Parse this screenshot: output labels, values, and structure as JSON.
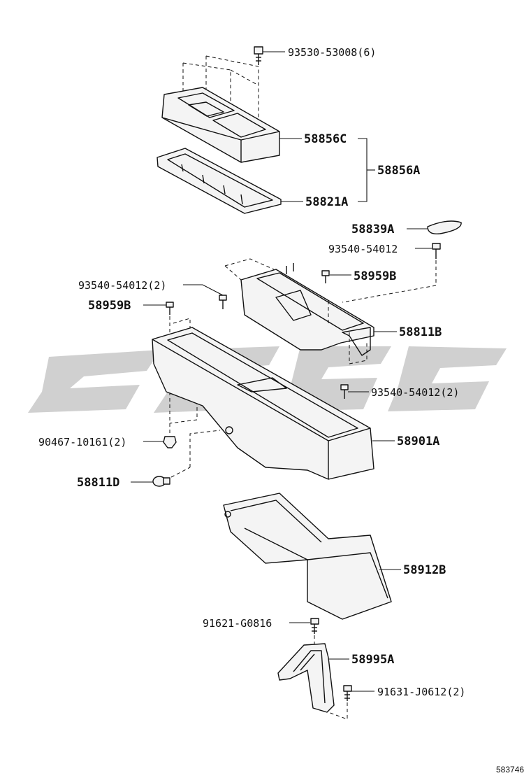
{
  "labels": {
    "bolt_top": "93530-53008(6)",
    "box_upper": "58856C",
    "assy": "58856A",
    "frame": "58821A",
    "pad": "58839A",
    "screw_right_top": "93540-54012",
    "clip_b_upper": "58959B",
    "screw_left": "93540-54012(2)",
    "clip_b_left": "58959B",
    "box_middle": "58811B",
    "screw_lower_mid": "93540-54012(2)",
    "console_main": "58901A",
    "clip_rivet": "90467-10161(2)",
    "clip_d": "58811D",
    "console_lower": "58912B",
    "bolt_g": "91621-G0816",
    "bracket": "58995A",
    "bolt_j": "91631-J0612(2)",
    "ref_number": "583746"
  },
  "colors": {
    "line": "#111111",
    "watermark": "#c4c4c4",
    "background": "#ffffff"
  }
}
